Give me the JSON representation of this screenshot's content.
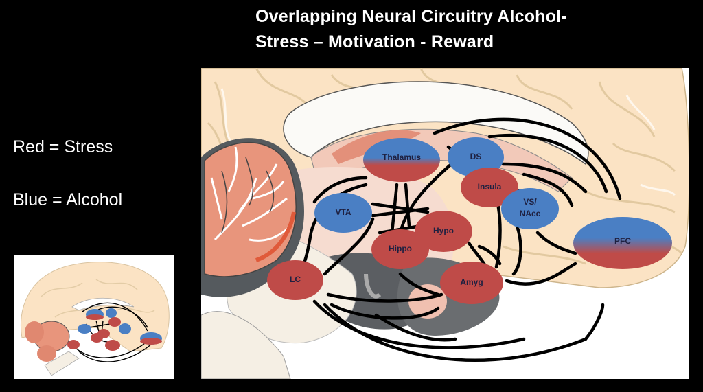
{
  "slide": {
    "title_line1": "Overlapping Neural Circuitry Alcohol-",
    "title_line2": "Stress – Motivation - Reward"
  },
  "legend": {
    "red": "Red = Stress",
    "blue": "Blue = Alcohol"
  },
  "colors": {
    "stress_red": "#bf4b48",
    "alcohol_blue": "#4a7fc4",
    "cortex": "#fbe3c4",
    "cerebellum": "#e8957c",
    "connection": "#000000",
    "background": "#000000"
  },
  "diagram": {
    "nodes": [
      {
        "id": "thalamus",
        "label": "Thalamus",
        "type": "both"
      },
      {
        "id": "ds",
        "label": "DS",
        "type": "alcohol"
      },
      {
        "id": "insula",
        "label": "Insula",
        "type": "stress"
      },
      {
        "id": "vs-nacc",
        "label": "VS/",
        "label2": "NAcc",
        "type": "alcohol"
      },
      {
        "id": "vta",
        "label": "VTA",
        "type": "alcohol"
      },
      {
        "id": "hypo",
        "label": "Hypo",
        "type": "stress"
      },
      {
        "id": "hippo",
        "label": "Hippo",
        "type": "stress"
      },
      {
        "id": "pfc",
        "label": "PFC",
        "type": "both"
      },
      {
        "id": "lc",
        "label": "LC",
        "type": "stress"
      },
      {
        "id": "amyg",
        "label": "Amyg",
        "type": "stress"
      }
    ]
  }
}
